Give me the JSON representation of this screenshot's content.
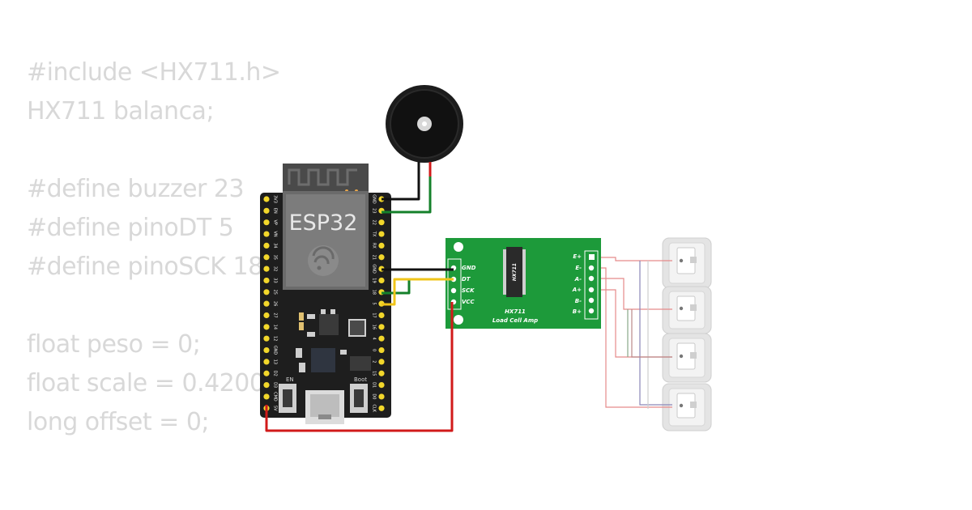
{
  "code_lines": [
    "#include <HX711.h>",
    "HX711 balanca;",
    "",
    "#define buzzer 23",
    "#define pinoDT 5",
    "#define pinoSCK 18",
    "",
    "float peso = 0;",
    "float scale = 0.4200",
    "long offset = 0;"
  ],
  "esp32": {
    "label": "ESP32",
    "en_label": "EN",
    "boot_label": "Boot",
    "left_pins": [
      "3V3",
      "EN",
      "VP",
      "VN",
      "34",
      "35",
      "32",
      "33",
      "25",
      "26",
      "27",
      "14",
      "12",
      "GND",
      "13",
      "D2",
      "D3",
      "CMD",
      "5V"
    ],
    "right_pins": [
      "GND",
      "23",
      "22",
      "TX",
      "RX",
      "21",
      "GND",
      "19",
      "18",
      "5",
      "17",
      "16",
      "4",
      "0",
      "2",
      "15",
      "D1",
      "D0",
      "CLK"
    ]
  },
  "hx711": {
    "chip_label": "HX711",
    "title": "HX711",
    "subtitle": "Load Cell Amp",
    "left_pins": [
      "GND",
      "DT",
      "SCK",
      "VCC"
    ],
    "right_pins": [
      "E+",
      "E-",
      "A-",
      "A+",
      "B-",
      "B+"
    ]
  },
  "colors": {
    "board_green": "#1d9a3a",
    "esp_black": "#1e1e1e",
    "pin_gold": "#f2d72b",
    "wire_red": "#d11a1a",
    "wire_black": "#111111",
    "wire_green": "#14802a",
    "wire_yellow": "#f0c419",
    "code_gray": "#d8d8d8"
  }
}
